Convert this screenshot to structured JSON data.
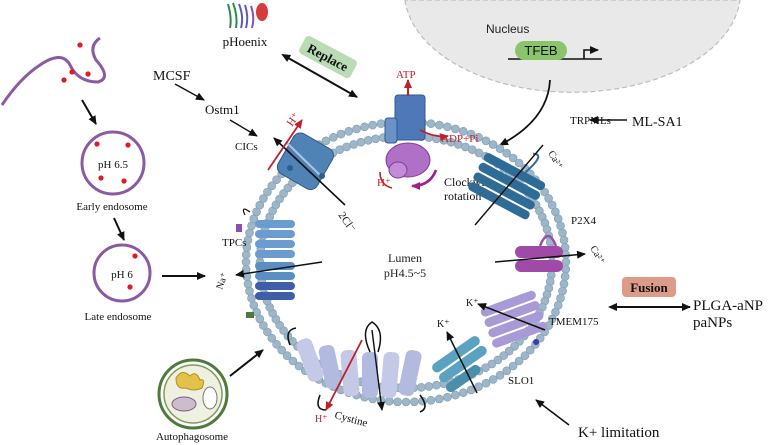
{
  "labels": {
    "nucleus": "Nucleus",
    "tfeb": "TFEB",
    "phoenix": "pHoenix",
    "replace": "Replace",
    "mcsf": "MCSF",
    "ostm1": "Ostm1",
    "cics": "CICs",
    "h_plus": "H⁺",
    "cl": "2Cl⁻",
    "atp": "ATP",
    "adp": "ADP+Pi",
    "h_plus_vatpase": "H⁺",
    "clockwise": "Clockwise",
    "rotation": "rotation",
    "trpmls": "TRPMLs",
    "ml_sa1": "ML-SA1",
    "ca_trpml": "Ca²⁺",
    "p2x4": "P2X4",
    "ca_p2x4": "Ca²⁺",
    "tpcs": "TPCs",
    "na": "Na⁺",
    "lumen": "Lumen",
    "ph_lumen": "pH4.5~5",
    "fusion": "Fusion",
    "plga": "PLGA-aNP",
    "panps": "paNPs",
    "k_tmem": "K⁺",
    "tmem175": "TMEM175",
    "k_slo": "K⁺",
    "slo1": "SLO1",
    "k_limitation": "K+ limitation",
    "h_cystine": "H⁺",
    "cystine": "Cystine",
    "autophagosome": "Autophagosome",
    "ph65": "pH 6.5",
    "early_endosome": "Early endosome",
    "ph6": "pH 6",
    "late_endosome": "Late endosome"
  },
  "colors": {
    "bead": "#9db6c8",
    "bead_stroke": "#7f9cb3",
    "endosome": "#8a5aa3",
    "red": "#c0202a",
    "clic_blue": "#4f83b6",
    "trpml_blue": "#2e6c97",
    "p2x4_purple": "#a04aa8",
    "tmem_lilac": "#a89ad6",
    "tpc_blue": "#6a9ccf",
    "slo_teal": "#5aa2bf",
    "cystinosin": "#c3c9e6",
    "replace_green": "#b9dcb5",
    "fusion_salmon": "#dd9c88",
    "tfeb_green": "#8ac46b",
    "vatpase_purple": "#b070c8",
    "vatpase_blue": "#4e78b8",
    "nucleus_gray": "#e9e9e9"
  }
}
